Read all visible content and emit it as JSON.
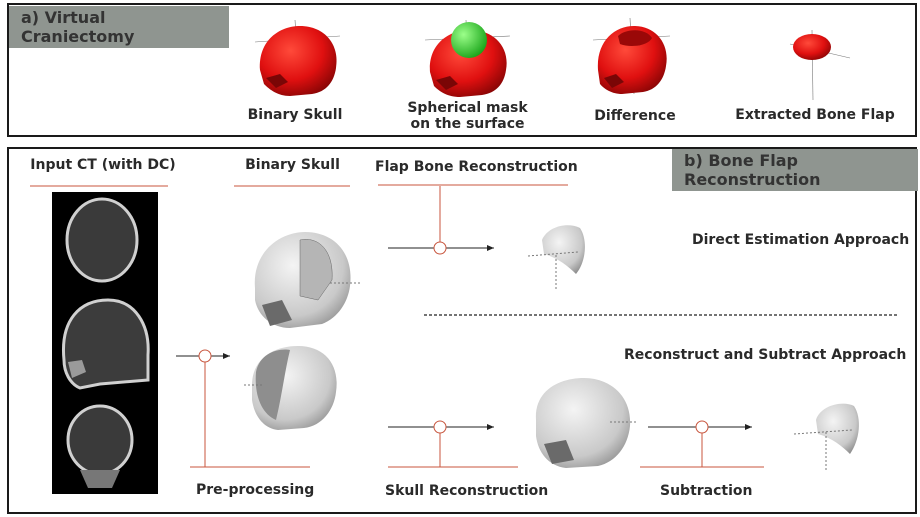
{
  "panel_a": {
    "tag": "a) Virtual Craniectomy",
    "labels": {
      "binary_skull": "Binary Skull",
      "spherical_mask_1": "Spherical mask",
      "spherical_mask_2": "on the surface",
      "difference": "Difference",
      "extracted_flap": "Extracted Bone Flap"
    }
  },
  "panel_b": {
    "tag": "b) Bone Flap Reconstruction",
    "headers": {
      "input_ct": "Input CT (with DC)",
      "binary_skull": "Binary Skull",
      "flap_bone_reconstruction": "Flap Bone Reconstruction"
    },
    "approaches": {
      "direct": "Direct Estimation Approach",
      "reconstruct_subtract": "Reconstruct and Subtract Approach"
    },
    "steps": {
      "preprocessing": "Pre-processing",
      "skull_reconstruction": "Skull Reconstruction",
      "subtraction": "Subtraction"
    }
  },
  "colors": {
    "accent_line": "#c8553d",
    "mask_red": "#e01010",
    "mask_green": "#22cc22",
    "tag_gray": "#8f9590",
    "render_gray": "#d8d8d8"
  }
}
